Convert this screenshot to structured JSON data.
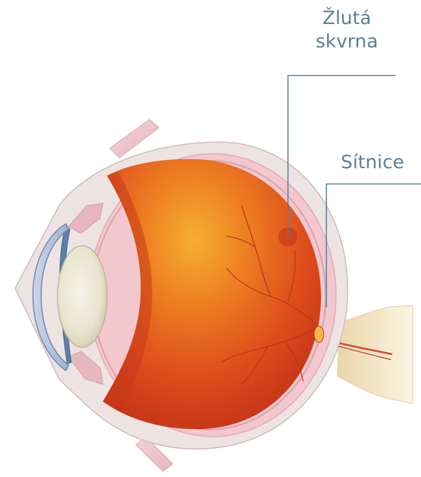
{
  "labels": {
    "macula_line1": "Žlutá",
    "macula_line2": "skvrna",
    "retina": "Sítnice"
  },
  "colors": {
    "label_text": "#5b7f99",
    "leader_line": "#5b7f99",
    "eye_interior": "#d9421b",
    "eye_highlight": "#f4a42e",
    "sclera": "#ece3e2",
    "lens": "#ede9d6",
    "cornea": "#b9c6dd",
    "optic_nerve": "#f1e2bd"
  }
}
